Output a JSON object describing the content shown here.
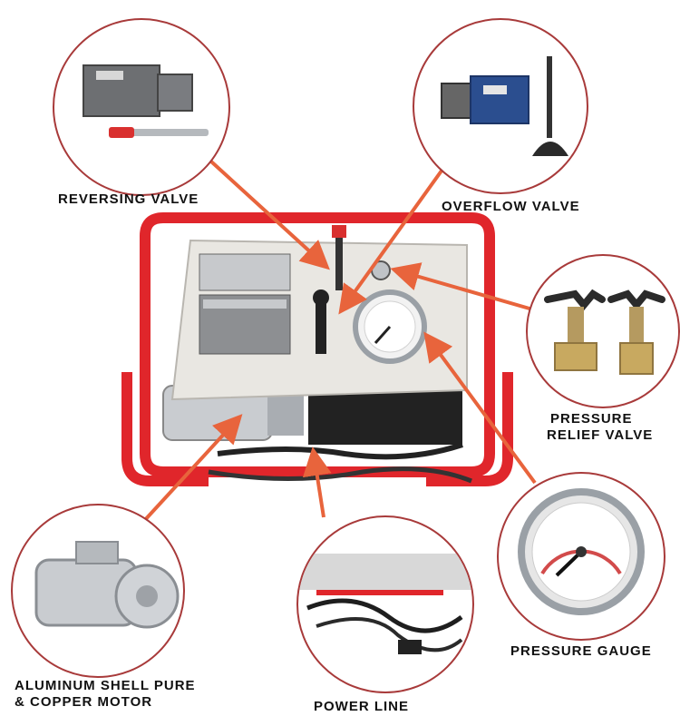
{
  "labels": {
    "reversing_valve": "REVERSING VALVE",
    "overflow_valve": "OVERFLOW VALVE",
    "pressure_relief_valve_line1": "PRESSURE",
    "pressure_relief_valve_line2": "RELIEF VALVE",
    "pressure_gauge": "PRESSURE GAUGE",
    "motor_line1": "ALUMINUM SHELL PURE",
    "motor_line2": "& COPPER MOTOR",
    "power_line": "POWER LINE"
  },
  "colors": {
    "callout_border": "#a83a3a",
    "arrow": "#e8643c",
    "frame": "#e0262b",
    "panel": "#e9e7e2"
  },
  "icons": [
    "reversing-valve-image",
    "overflow-valve-image",
    "pressure-relief-valve-image",
    "pressure-gauge-image",
    "motor-image",
    "power-line-image",
    "hydraulic-unit-image"
  ]
}
